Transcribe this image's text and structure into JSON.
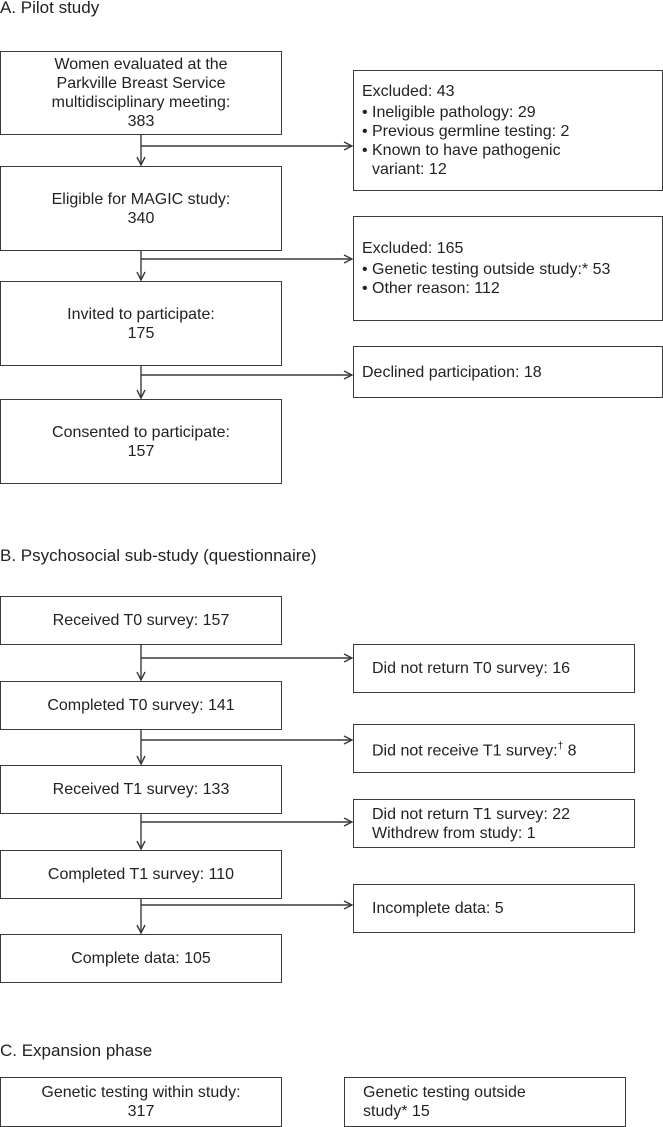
{
  "section_a": {
    "heading": "A. Pilot study",
    "women_evaluated": {
      "line1": "Women evaluated at the",
      "line2": "Parkville Breast Service",
      "line3": "multidisciplinary meeting:",
      "count": "383"
    },
    "excluded_1": {
      "title": "Excluded: 43",
      "bullet": "•",
      "items": [
        "Ineligible pathology: 29",
        "Previous germline testing: 2",
        "Known to have pathogenic"
      ],
      "continuation": "variant: 12"
    },
    "eligible": {
      "line1": "Eligible for MAGIC study:",
      "count": "340"
    },
    "excluded_2": {
      "title": "Excluded: 165",
      "bullet": "•",
      "items": [
        "Genetic testing outside study:* 53",
        "Other reason: 112"
      ]
    },
    "invited": {
      "line1": "Invited to participate:",
      "count": "175"
    },
    "declined": "Declined participation: 18",
    "consented": {
      "line1": "Consented to participate:",
      "count": "157"
    }
  },
  "section_b": {
    "heading": "B. Psychosocial sub-study (questionnaire)",
    "received_t0": "Received T0 survey: 157",
    "not_returned_t0": "Did not return T0 survey: 16",
    "completed_t0": "Completed T0 survey: 141",
    "not_received_t1": "Did not receive T1 survey:",
    "not_received_t1_mark": "†",
    "not_received_t1_count": " 8",
    "received_t1": "Received T1 survey: 133",
    "not_returned_t1": {
      "line1": "Did not return T1 survey: 22",
      "line2": "Withdrew from study: 1"
    },
    "completed_t1": "Completed T1 survey: 110",
    "incomplete": "Incomplete data: 5",
    "complete": "Complete data: 105"
  },
  "section_c": {
    "heading": "C. Expansion phase",
    "within": {
      "line1": "Genetic testing within study:",
      "count": "317"
    },
    "outside": {
      "line1": "Genetic testing outside",
      "line2": "study* 15"
    }
  },
  "colors": {
    "line": "#3a3a3a",
    "text": "#222222",
    "background": "#ffffff"
  }
}
